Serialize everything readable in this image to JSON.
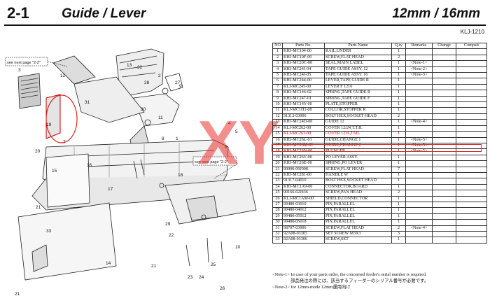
{
  "header": {
    "section_number": "2-1",
    "section_title": "Guide / Lever",
    "size_label": "12mm / 16mm",
    "model_code": "KLJ-1210"
  },
  "diagram": {
    "callouts_see_next_page": [
      "see next page \"2-2\"",
      "see next page \"2-2\""
    ],
    "part_numbers": [
      "1",
      "2",
      "3",
      "4",
      "5",
      "6",
      "7",
      "8",
      "9",
      "10",
      "11",
      "12",
      "13",
      "14",
      "15",
      "16",
      "17",
      "18",
      "19",
      "20",
      "21",
      "21",
      "21",
      "22",
      "23",
      "24",
      "25",
      "26",
      "27",
      "28",
      "29",
      "30",
      "31",
      "32",
      "33"
    ]
  },
  "table": {
    "headers": [
      "NO",
      "Parts No.",
      "Parts Name",
      "Q.ty",
      "Remarks",
      "Change",
      "Compati"
    ],
    "rows": [
      {
        "no": "1",
        "pn": "KHJ-MC104-00",
        "name": "RAIL,UNDER",
        "qty": "1",
        "remarks": ""
      },
      {
        "no": "2",
        "pn": "KHJ-MC10F-00",
        "name": "SCREW,FLAT HEAD",
        "qty": "2",
        "remarks": ""
      },
      {
        "no": "3",
        "pn": "KHJ-MC20C-00",
        "name": "SEAL,MAIN LABEL",
        "qty": "1",
        "remarks": "<Note-1>"
      },
      {
        "no": "4",
        "pn": "KHJ-MC24J-04",
        "name": "TAPE GUIDE ASSY. 12",
        "qty": "1",
        "remarks": "<Note-2>"
      },
      {
        "no": "5",
        "pn": "KHJ-MC24J-05",
        "name": "TAPE GUIDE ASSY. 16",
        "qty": "1",
        "remarks": "<Note-3>"
      },
      {
        "no": "6",
        "pn": "KHJ-MC244-00",
        "name": "LEVER,TAPE GUIDE R",
        "qty": "1",
        "remarks": ""
      },
      {
        "no": "7",
        "pn": "KLJ-MC245-00",
        "name": "LEVER F 1216",
        "qty": "1",
        "remarks": ""
      },
      {
        "no": "8",
        "pn": "KHJ-MC146-02",
        "name": "SPRING,TAPE GUIDE R",
        "qty": "1",
        "remarks": ""
      },
      {
        "no": "9",
        "pn": "KHJ-MC247-01",
        "name": "SPRING,TAPE GUIDE F",
        "qty": "1",
        "remarks": ""
      },
      {
        "no": "10",
        "pn": "KHJ-MC14Y-00",
        "name": "PLATE,STOPPER",
        "qty": "1",
        "remarks": ""
      },
      {
        "no": "11",
        "pn": "KLJ-MC1H1-00",
        "name": "COLLOR,STOPPER R",
        "qty": "1",
        "remarks": ""
      },
      {
        "no": "12",
        "pn": "91312-03006",
        "name": "BOLT HEX,SOCKET HEAD",
        "qty": "2",
        "remarks": ""
      },
      {
        "no": "13",
        "pn": "KHJ-MC24D-00",
        "name": "GUIDE 12",
        "qty": "1",
        "remarks": "<Note-4>"
      },
      {
        "no": "14",
        "pn": "KLJ-MC262-00",
        "name": "COVER 12/24,T.T.B.",
        "qty": "1",
        "remarks": ""
      },
      {
        "no": "15",
        "pn": "KLJ-MC263-00",
        "name": "COVER 1216,TAIL",
        "qty": "1",
        "remarks": "",
        "highlight": true
      },
      {
        "no": "16",
        "pn": "KHJ-MC26L-01",
        "name": "GUIDE,CHANGE 1",
        "qty": "1",
        "remarks": "<Note-5>"
      },
      {
        "no": "17",
        "pn": "KHJ-MC26M-01",
        "name": "GUIDE,CHANGE 2",
        "qty": "1",
        "remarks": "<Note-5>"
      },
      {
        "no": "18",
        "pn": "KHJ-MC26N-00",
        "name": "PLUNGER",
        "qty": "1",
        "remarks": "<Note-5>"
      },
      {
        "no": "19",
        "pn": "KHJ-MC26V-00",
        "name": "PO LEVER ASSY.",
        "qty": "1",
        "remarks": ""
      },
      {
        "no": "20",
        "pn": "KHJ-MC26E-00",
        "name": "SPRING,PO LEVER",
        "qty": "1",
        "remarks": ""
      },
      {
        "no": "21",
        "pn": "90990-09J008",
        "name": "SCREW,FLAT HEAD",
        "qty": "7",
        "remarks": ""
      },
      {
        "no": "22",
        "pn": "KHJ-MC281-00",
        "name": "HANDLE W",
        "qty": "1",
        "remarks": ""
      },
      {
        "no": "23",
        "pn": "91317-04010",
        "name": "BOLT HEX,SOCKET HEAD",
        "qty": "1",
        "remarks": ""
      },
      {
        "no": "24",
        "pn": "KHJ-MC1A9-00",
        "name": "CONNECTOR,BOARD",
        "qty": "1",
        "remarks": ""
      },
      {
        "no": "25",
        "pn": "90166-02J436",
        "name": "SCREW,PAN HEAD",
        "qty": "2",
        "remarks": ""
      },
      {
        "no": "26",
        "pn": "KLJ-MC1AM-00",
        "name": "SHIELD,CONNECTOR",
        "qty": "1",
        "remarks": ""
      },
      {
        "no": "27",
        "pn": "99480-03010",
        "name": "PIN,PARALLEL",
        "qty": "1",
        "remarks": ""
      },
      {
        "no": "28",
        "pn": "99480-04012",
        "name": "PIN,PARALLEL",
        "qty": "1",
        "remarks": ""
      },
      {
        "no": "29",
        "pn": "99480-05012",
        "name": "PIN,PARALLEL",
        "qty": "1",
        "remarks": ""
      },
      {
        "no": "30",
        "pn": "99480-05018",
        "name": "PIN,PARALLEL",
        "qty": "1",
        "remarks": ""
      },
      {
        "no": "31",
        "pn": "98707-03006",
        "name": "SCREW,FLAT HEAD",
        "qty": "2",
        "remarks": "<Note-4>"
      },
      {
        "no": "32",
        "pn": "92A08-03303",
        "name": "SET SCREW M3X3",
        "qty": "3",
        "remarks": ""
      },
      {
        "no": "33",
        "pn": "92A08-03306",
        "name": "SCREW,SET",
        "qty": "1",
        "remarks": ""
      }
    ]
  },
  "notes": [
    "<Note-1>  In case of your parts order, the concerned feeder's serial number is required.",
    "          部品発注の際には、該当するフィーダーのシリアル番号が必要です。",
    "<Note-2>  for 12mm-mode     12mm運用向け"
  ],
  "watermark": {
    "text": "XY"
  },
  "colors": {
    "highlight": "#e0302c",
    "watermark": "#e8322c",
    "line": "#222222"
  }
}
